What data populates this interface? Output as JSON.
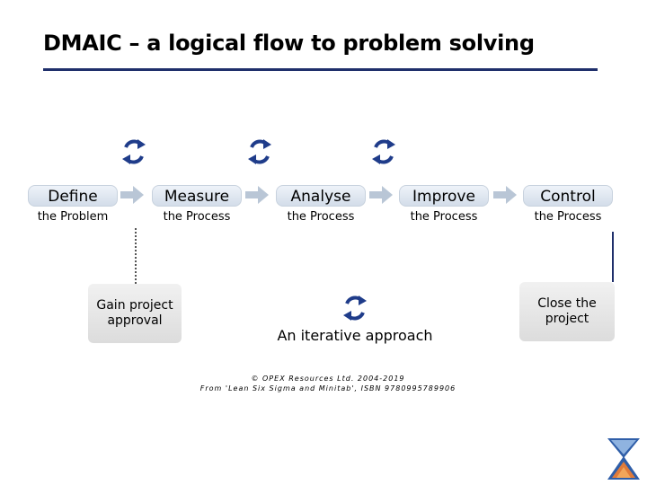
{
  "title": "DMAIC – a logical flow to problem solving",
  "phases": [
    {
      "name": "Define",
      "sub": "the Problem"
    },
    {
      "name": "Measure",
      "sub": "the Process"
    },
    {
      "name": "Analyse",
      "sub": "the Process"
    },
    {
      "name": "Improve",
      "sub": "the Process"
    },
    {
      "name": "Control",
      "sub": "the Process"
    }
  ],
  "gates": {
    "start": "Gain project approval",
    "end": "Close the project"
  },
  "iterative_label": "An iterative approach",
  "copyright": {
    "line1": "© OPEX Resources Ltd. 2004-2019",
    "line2": "From 'Lean Six Sigma and Minitab', ISBN 9780995789906"
  },
  "icons": {
    "cycle": "cycle-arrows-icon",
    "logo": "opex-logo-icon"
  },
  "colors": {
    "rule": "#1f2f6b",
    "cycle_arrow": "#1f3c8a",
    "phase_box": "#d9e2ec",
    "gate_box": "#e2e2e2"
  }
}
